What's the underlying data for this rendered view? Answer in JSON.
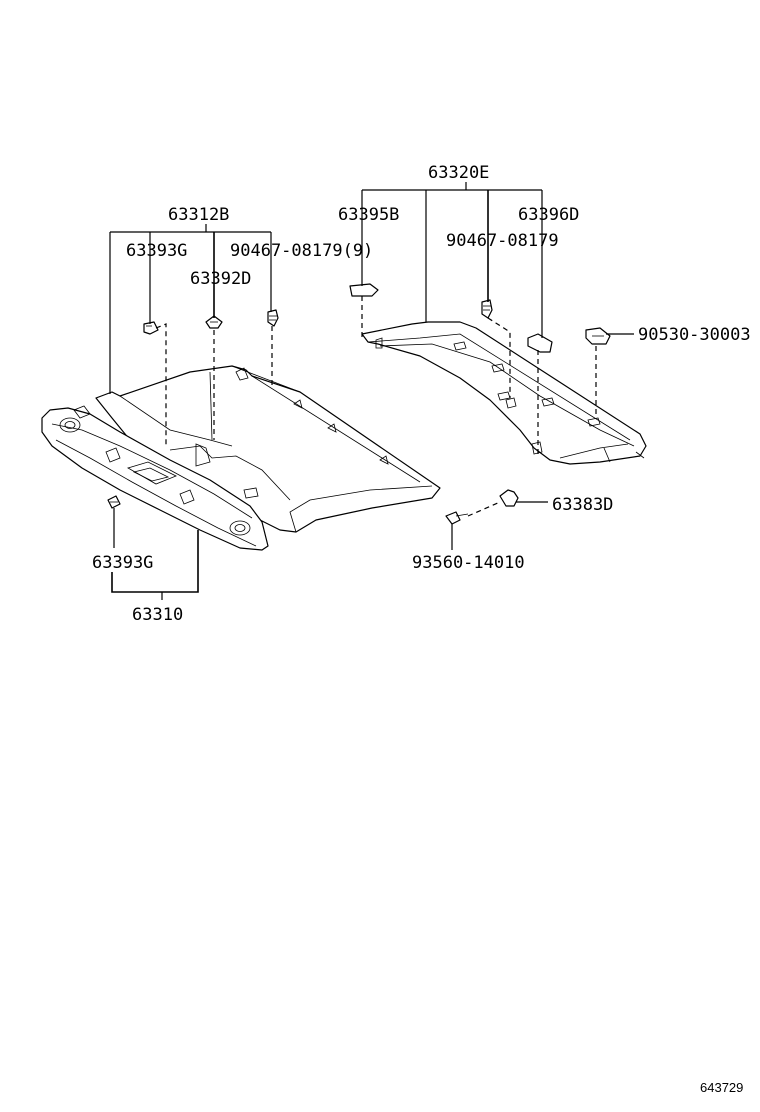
{
  "labels": {
    "p63320E": "63320E",
    "p63395B": "63395B",
    "p63396D": "63396D",
    "p90467_08179": "90467-08179",
    "p90530_30003": "90530-30003",
    "p63312B": "63312B",
    "p63393G_top": "63393G",
    "p90467_08179_9": "90467-08179(9)",
    "p63392D": "63392D",
    "p63383D": "63383D",
    "p93560_14010": "93560-14010",
    "p63393G_bottom": "63393G",
    "p63310": "63310"
  },
  "footer": {
    "diagram_id": "643729"
  }
}
